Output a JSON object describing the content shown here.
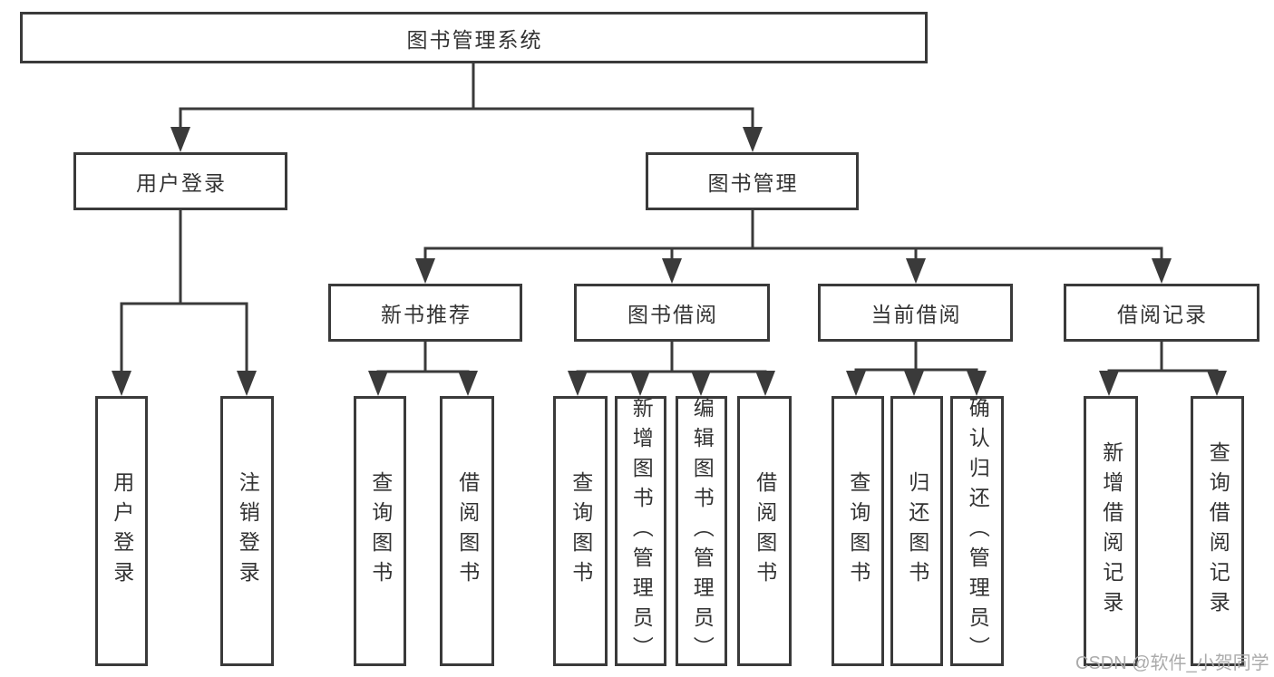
{
  "diagram": {
    "title": "图书管理系统",
    "watermark": "CSDN @软件_小贺同学",
    "colors": {
      "line": "#3a3a3a",
      "border": "#3a3a3a",
      "text": "#333333",
      "background": "#ffffff",
      "watermark": "#ababab"
    },
    "nodes": {
      "root": {
        "label": "图书管理系统"
      },
      "user_login": {
        "label": "用户登录"
      },
      "book_mgmt": {
        "label": "图书管理"
      },
      "new_book_rec": {
        "label": "新书推荐"
      },
      "book_borrow": {
        "label": "图书借阅"
      },
      "current_borrow": {
        "label": "当前借阅"
      },
      "borrow_records": {
        "label": "借阅记录"
      },
      "leaf_user_login": {
        "label": "用户登录"
      },
      "leaf_logout": {
        "label": "注销登录"
      },
      "leaf_query_book_1": {
        "label": "查询图书"
      },
      "leaf_borrow_book_1": {
        "label": "借阅图书"
      },
      "leaf_query_book_2": {
        "label": "查询图书"
      },
      "leaf_add_book": {
        "label": "新增图书（管理员）"
      },
      "leaf_edit_book": {
        "label": "编辑图书（管理员）"
      },
      "leaf_borrow_book_2": {
        "label": "借阅图书"
      },
      "leaf_query_book_3": {
        "label": "查询图书"
      },
      "leaf_return_book": {
        "label": "归还图书"
      },
      "leaf_confirm_return": {
        "label": "确认归还（管理员）"
      },
      "leaf_add_record": {
        "label": "新增借阅记录"
      },
      "leaf_query_record": {
        "label": "查询借阅记录"
      }
    },
    "edges": [
      "图书管理系统 -> 用户登录",
      "图书管理系统 -> 图书管理",
      "用户登录 -> 用户登录(叶), 注销登录",
      "图书管理 -> 新书推荐, 图书借阅, 当前借阅, 借阅记录",
      "新书推荐 -> 查询图书, 借阅图书",
      "图书借阅 -> 查询图书, 新增图书（管理员）, 编辑图书（管理员）, 借阅图书",
      "当前借阅 -> 查询图书, 归还图书, 确认归还（管理员）",
      "借阅记录 -> 新增借阅记录, 查询借阅记录"
    ]
  }
}
